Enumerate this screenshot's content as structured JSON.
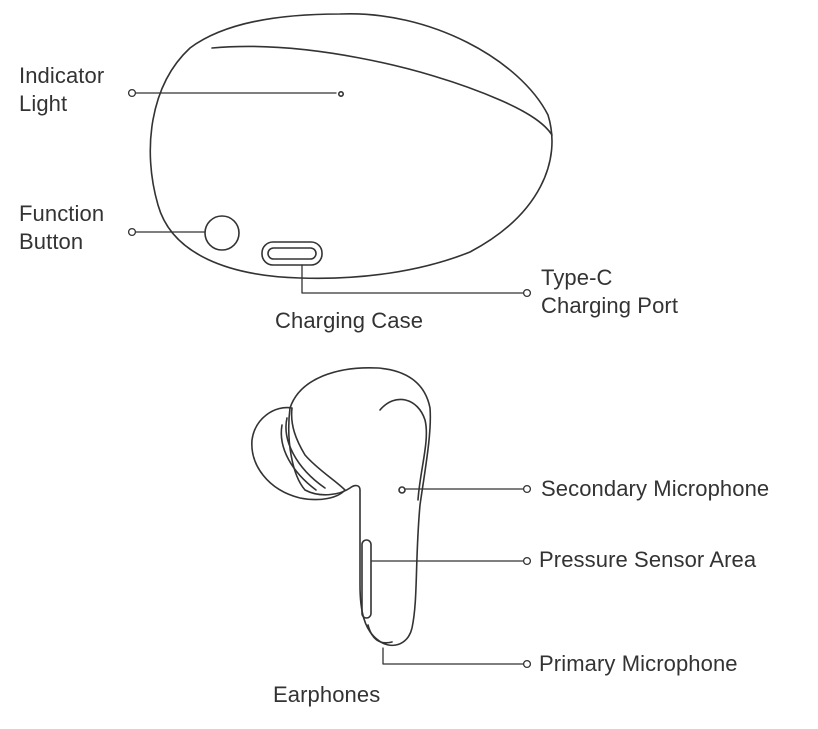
{
  "labels": {
    "indicator_light": [
      "Indicator",
      "Light"
    ],
    "function_button": [
      "Function",
      "Button"
    ],
    "type_c_port": [
      "Type-C",
      "Charging Port"
    ],
    "charging_case": "Charging Case",
    "secondary_microphone": "Secondary Microphone",
    "pressure_sensor_area": "Pressure Sensor Area",
    "primary_microphone": "Primary Microphone",
    "earphones": "Earphones"
  },
  "colors": {
    "line": "#333333",
    "background": "#ffffff"
  }
}
